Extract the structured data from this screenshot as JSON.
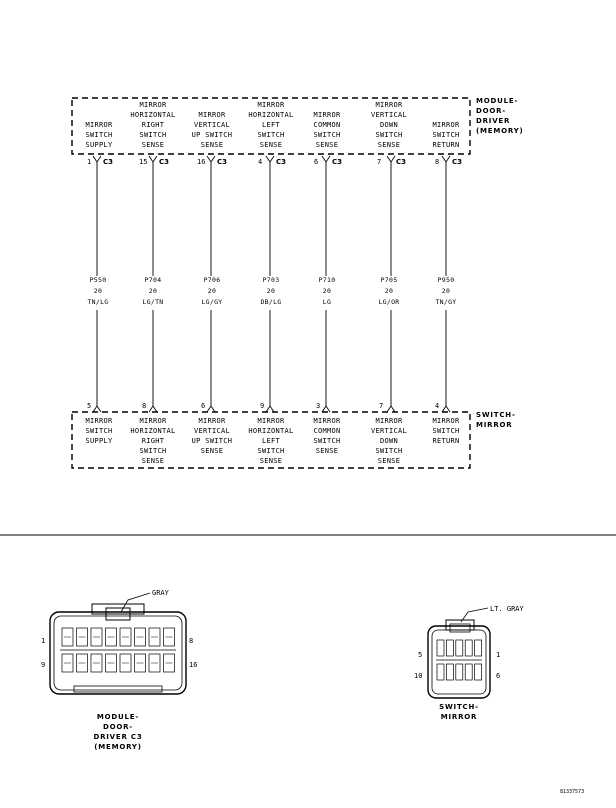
{
  "top_component": "MODULE-\nDOOR-\nDRIVER\n(MEMORY)",
  "bottom_component": "SWITCH-\nMIRROR",
  "circuits": [
    {
      "top_label": "MIRROR\nSWITCH\nSUPPLY",
      "top_pin": "1",
      "connector": "C3",
      "wire": "P550\n20\nTN/LG",
      "bottom_pin": "5",
      "bottom_label": "MIRROR\nSWITCH\nSUPPLY"
    },
    {
      "top_label": "MIRROR\nHORIZONTAL\nRIGHT\nSWITCH\nSENSE",
      "top_pin": "15",
      "connector": "C3",
      "wire": "P704\n20\nLG/TN",
      "bottom_pin": "8",
      "bottom_label": "MIRROR\nHORIZONTAL\nRIGHT\nSWITCH\nSENSE"
    },
    {
      "top_label": "MIRROR\nVERTICAL\nUP SWITCH\nSENSE",
      "top_pin": "16",
      "connector": "C3",
      "wire": "P706\n20\nLG/GY",
      "bottom_pin": "6",
      "bottom_label": "MIRROR\nVERTICAL\nUP SWITCH\nSENSE"
    },
    {
      "top_label": "MIRROR\nHORIZONTAL\nLEFT\nSWITCH\nSENSE",
      "top_pin": "4",
      "connector": "C3",
      "wire": "P703\n20\nDB/LG",
      "bottom_pin": "9",
      "bottom_label": "MIRROR\nHORIZONTAL\nLEFT\nSWITCH\nSENSE"
    },
    {
      "top_label": "MIRROR\nCOMMON\nSWITCH\nSENSE",
      "top_pin": "6",
      "connector": "C3",
      "wire": "P710\n20\nLG",
      "bottom_pin": "3",
      "bottom_label": "MIRROR\nCOMMON\nSWITCH\nSENSE"
    },
    {
      "top_label": "MIRROR\nVERTICAL\nDOWN\nSWITCH\nSENSE",
      "top_pin": "7",
      "connector": "C3",
      "wire": "P705\n20\nLG/OR",
      "bottom_pin": "7",
      "bottom_label": "MIRROR\nVERTICAL\nDOWN\nSWITCH\nSENSE"
    },
    {
      "top_label": "MIRROR\nSWITCH\nRETURN",
      "top_pin": "8",
      "connector": "C3",
      "wire": "P950\n20\nTN/GY",
      "bottom_pin": "4",
      "bottom_label": "MIRROR\nSWITCH\nRETURN"
    }
  ],
  "connector_left": {
    "color": "GRAY",
    "pins": {
      "top_left": "1",
      "top_right": "8",
      "bottom_left": "9",
      "bottom_right": "16"
    },
    "caption": "MODULE-\nDOOR-\nDRIVER C3\n(MEMORY)"
  },
  "connector_right": {
    "color": "LT. GRAY",
    "pins": {
      "top_left": "5",
      "top_right": "1",
      "bottom_left": "10",
      "bottom_right": "6"
    },
    "caption": "SWITCH-\nMIRROR"
  },
  "figure_id": "81337573"
}
